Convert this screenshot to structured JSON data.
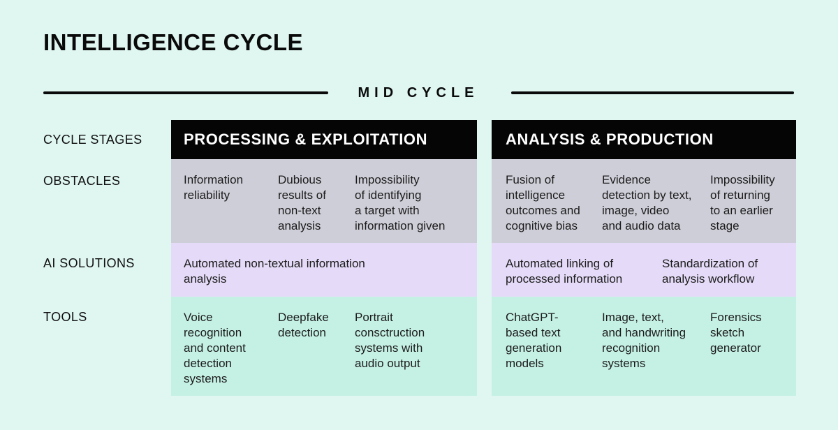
{
  "title": "INTELLIGENCE CYCLE",
  "divider": {
    "label": "MID CYCLE"
  },
  "row_labels": {
    "stages": "CYCLE STAGES",
    "obstacles": "OBSTACLES",
    "solutions": "AI SOLUTIONS",
    "tools": "TOOLS"
  },
  "colors": {
    "background": "#dff6f1",
    "header_bg": "#050505",
    "header_text": "#ffffff",
    "obstacles_row_bg": "#ceced8",
    "solutions_row_bg": "#e5dbf8",
    "tools_row_bg": "#c5f1e4",
    "body_text": "#1b1b1b"
  },
  "tables": {
    "left": {
      "header": "PROCESSING & EXPLOITATION",
      "obstacles": [
        "Information\nreliability",
        "Dubious\nresults of\nnon-text\nanalysis",
        "Impossibility\nof identifying\na target with\ninformation given"
      ],
      "solutions": [
        "Automated non-textual information\nanalysis"
      ],
      "tools": [
        "Voice\nrecognition\nand content\ndetection\nsystems",
        "Deepfake\ndetection",
        "Portrait\nconsctruction\nsystems with\naudio output"
      ]
    },
    "right": {
      "header": "ANALYSIS & PRODUCTION",
      "obstacles": [
        "Fusion of\nintelligence\noutcomes and\ncognitive bias",
        "Evidence\ndetection by text,\nimage, video\nand audio data",
        "Impossibility\nof returning\nto an earlier\nstage"
      ],
      "solutions": [
        "Automated linking of\nprocessed information",
        "Standardization of\nanalysis workflow"
      ],
      "tools": [
        "ChatGPT-\nbased text\ngeneration\nmodels",
        "Image, text,\nand handwriting\nrecognition\nsystems",
        "Forensics\nsketch\ngenerator"
      ]
    }
  }
}
